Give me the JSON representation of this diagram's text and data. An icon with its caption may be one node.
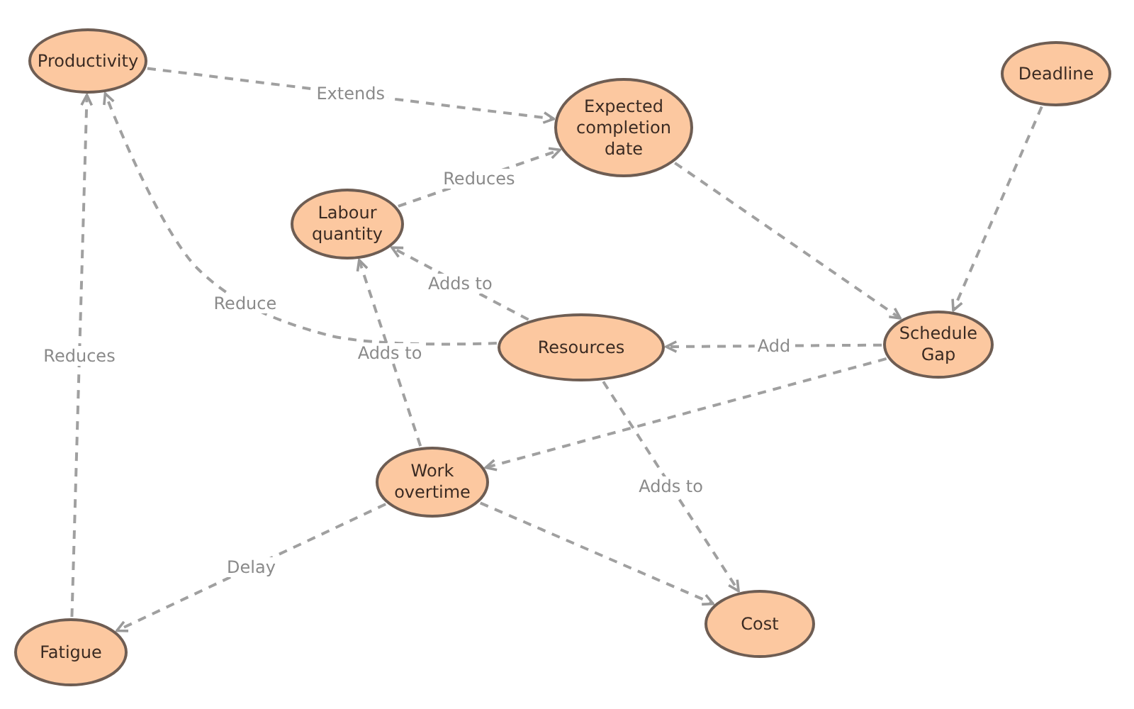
{
  "diagram": {
    "nodes": [
      {
        "text": [
          "Productivity"
        ]
      },
      {
        "text": [
          "Expected completion date"
        ]
      },
      {
        "text": [
          "Deadline"
        ]
      },
      {
        "text": [
          "Labour quantity"
        ]
      },
      {
        "text": [
          "Resources"
        ]
      },
      {
        "text": [
          "Schedule Gap"
        ]
      },
      {
        "text": [
          "Work overtime"
        ]
      },
      {
        "text": [
          "Fatigue"
        ]
      },
      {
        "text": [
          "Cost"
        ]
      }
    ],
    "edges": [
      {
        "from": 0,
        "to": 1,
        "arrow": "to",
        "label": "Extends"
      },
      {
        "from": 3,
        "to": 1,
        "arrow": "to",
        "label": "Reduces"
      },
      {
        "from": 1,
        "to": 5,
        "arrow": "to"
      },
      {
        "from": 2,
        "to": 5,
        "arrow": "to"
      },
      {
        "from": 5,
        "to": 4,
        "arrow": "to",
        "label": "Add"
      },
      {
        "from": 4,
        "to": 3,
        "arrow": "to",
        "label": "Adds to"
      },
      {
        "from": 4,
        "to": 0,
        "arrow": "to",
        "label": "Reduce"
      },
      {
        "from": 6,
        "to": 3,
        "arrow": "to",
        "label": "Adds to"
      },
      {
        "from": 5,
        "to": 6,
        "arrow": "to"
      },
      {
        "from": 4,
        "to": 8,
        "arrow": "to",
        "label": "Adds to"
      },
      {
        "from": 6,
        "to": 8,
        "arrow": "to"
      },
      {
        "from": 6,
        "to": 7,
        "arrow": "to",
        "label": "Delay"
      },
      {
        "from": 7,
        "to": 0,
        "arrow": "to",
        "label": "Reduces"
      }
    ]
  }
}
